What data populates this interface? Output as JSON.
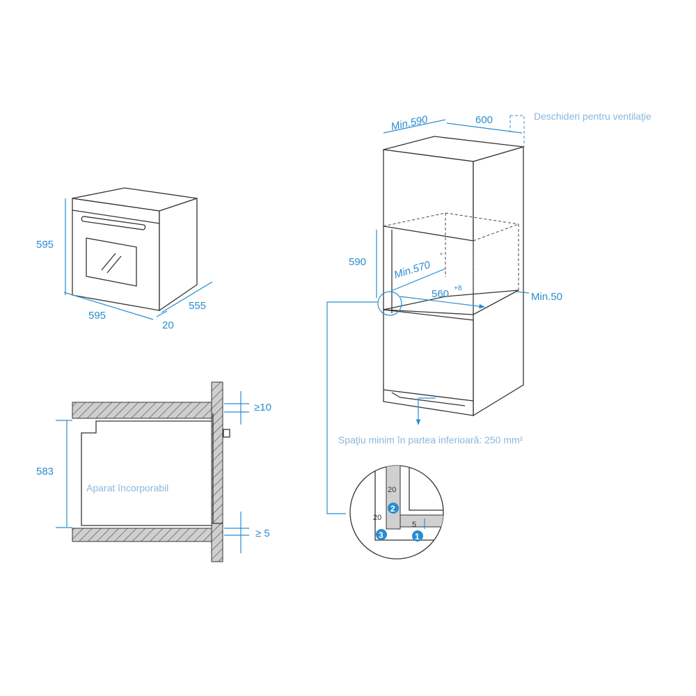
{
  "oven": {
    "height_label": "595",
    "width_label": "595",
    "depth_label": "555",
    "door_label": "20"
  },
  "section": {
    "top_gap_label": "≥10",
    "height_label": "583",
    "bottom_gap_label": "≥ 5",
    "appliance_label": "Aparat încorporabil"
  },
  "cabinet": {
    "min_width_label": "Min.590",
    "depth_label": "600",
    "vent_note": "Deschideri pentru ventilaţie",
    "niche_height_label": "590",
    "min_depth_label": "Min.570",
    "min_depth_sup": "*",
    "niche_width_label": "560",
    "niche_width_sup": "+8",
    "min_gap_label": "Min.50",
    "bottom_note": "Spaţiu minim în partea inferioară: 250 mm²"
  },
  "detail": {
    "dim_a": "20",
    "dim_b": "20",
    "dim_c": "5",
    "badges": [
      "1",
      "2",
      "3"
    ]
  },
  "colors": {
    "accent": "#2a8ccf",
    "note": "#8ab7dc",
    "line": "#333333",
    "hatch": "#c8c8c8"
  }
}
